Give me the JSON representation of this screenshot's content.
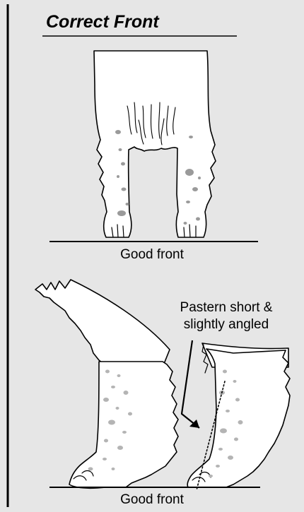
{
  "panel": {
    "title": "Correct Front",
    "top_caption": "Good front",
    "bottom_caption": "Good front",
    "annotation_line1": "Pastern short &",
    "annotation_line2": "slightly angled"
  },
  "colors": {
    "background": "#e6e6e6",
    "fur": "#ffffff",
    "outline": "#000000",
    "spots": "#9a9a9a",
    "spots_light": "#b4b4b4"
  }
}
